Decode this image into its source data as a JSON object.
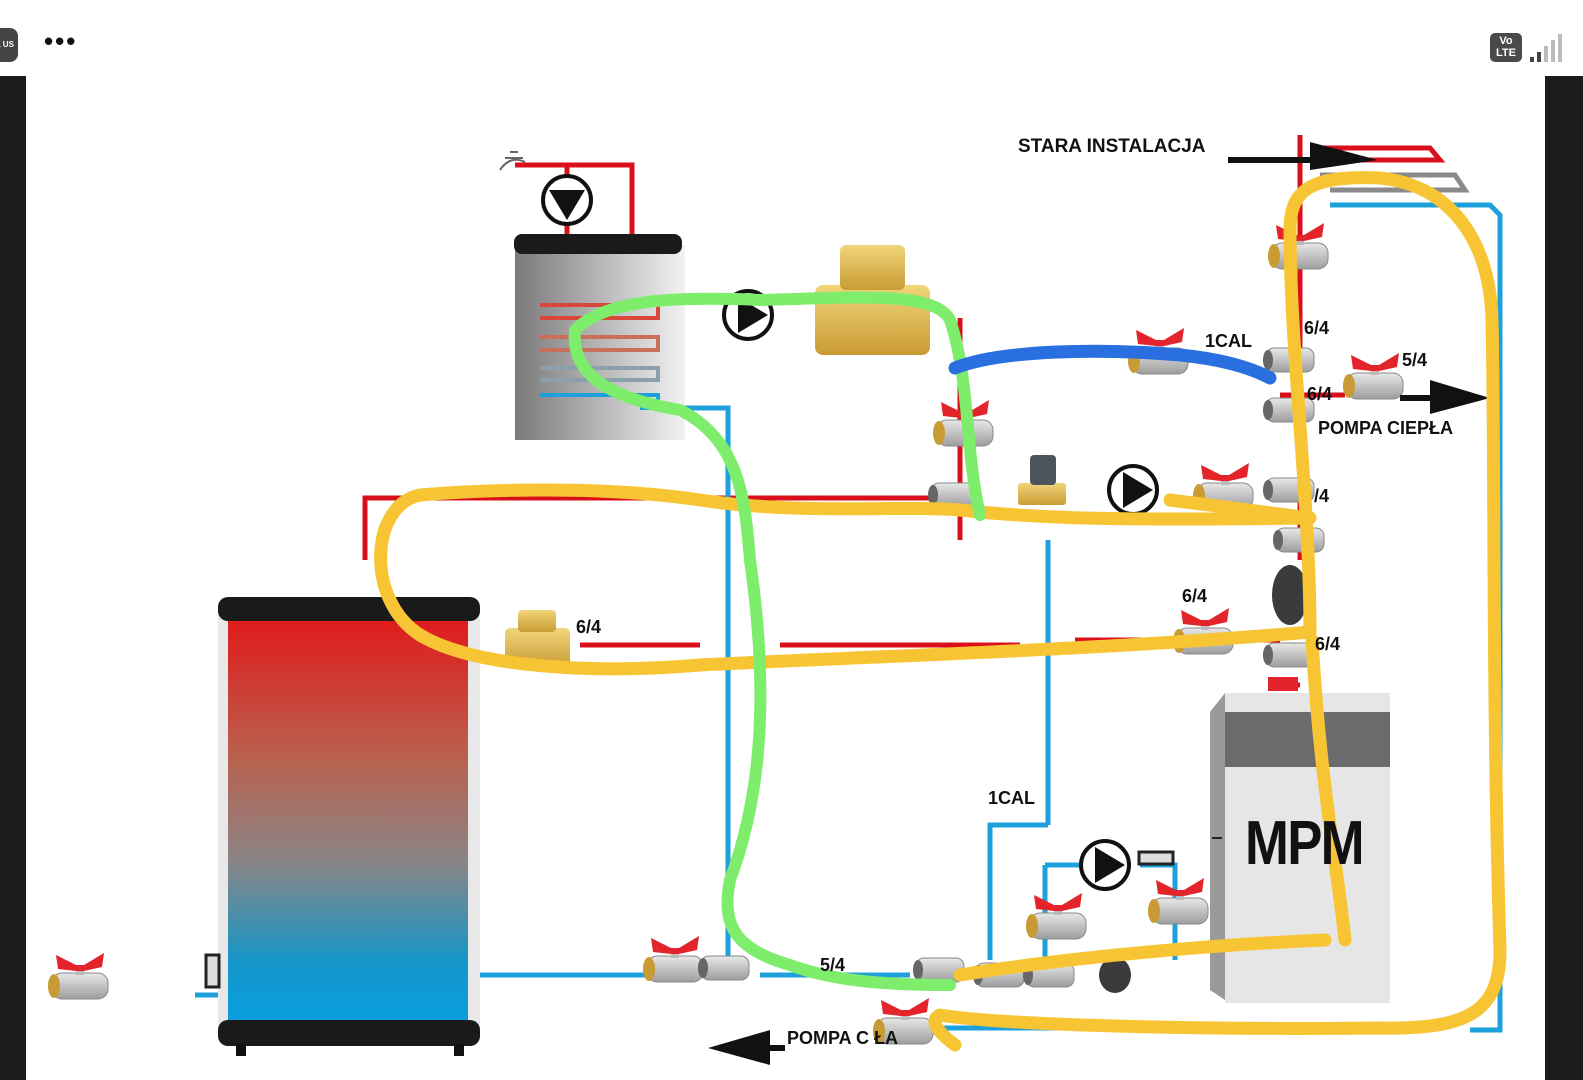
{
  "statusbar": {
    "app_badge_text": "DL US",
    "overflow_menu": "•••",
    "network_badge": "Vo LTE",
    "signal_icon": "signal-bars-icon"
  },
  "labels": {
    "stara_instalacja": "STARA INSTALACJA",
    "cal_top": "1CAL",
    "size_6_4_top": "6/4",
    "size_5_4_right": "5/4",
    "size_6_4_mid": "6/4",
    "pompa_ciepla_right": "POMPA CIEPŁA",
    "size_4_partial": "/4",
    "size_6_4_valve": "6/4",
    "size_6_4_lower_right": "6/4",
    "size_6_4_left": "6/4",
    "cal_bottom": "1CAL",
    "size_5_4_bottom": "5/4",
    "pompa_ciepla_bottom": "POMPA C    ŁA",
    "boiler_name": "MPM"
  },
  "colors": {
    "hot_pipe": "#d9101c",
    "cold_pipe": "#1ea0dc",
    "annotation_yellow": "#f7c534",
    "annotation_green": "#7ded6b",
    "annotation_blue": "#2a6fe0",
    "valve_handle": "#e3242b",
    "brass": "#d9b24a",
    "frame_dark": "#1b1b1b"
  },
  "components": {
    "dhw_tank": "hot-water-tank-with-coil",
    "buffer_tank": "buffer-tank-red-blue-gradient",
    "boiler": "MPM",
    "pumps": 4,
    "ball_valves": 12,
    "check_valves": 2,
    "mixing_valve": 1
  }
}
